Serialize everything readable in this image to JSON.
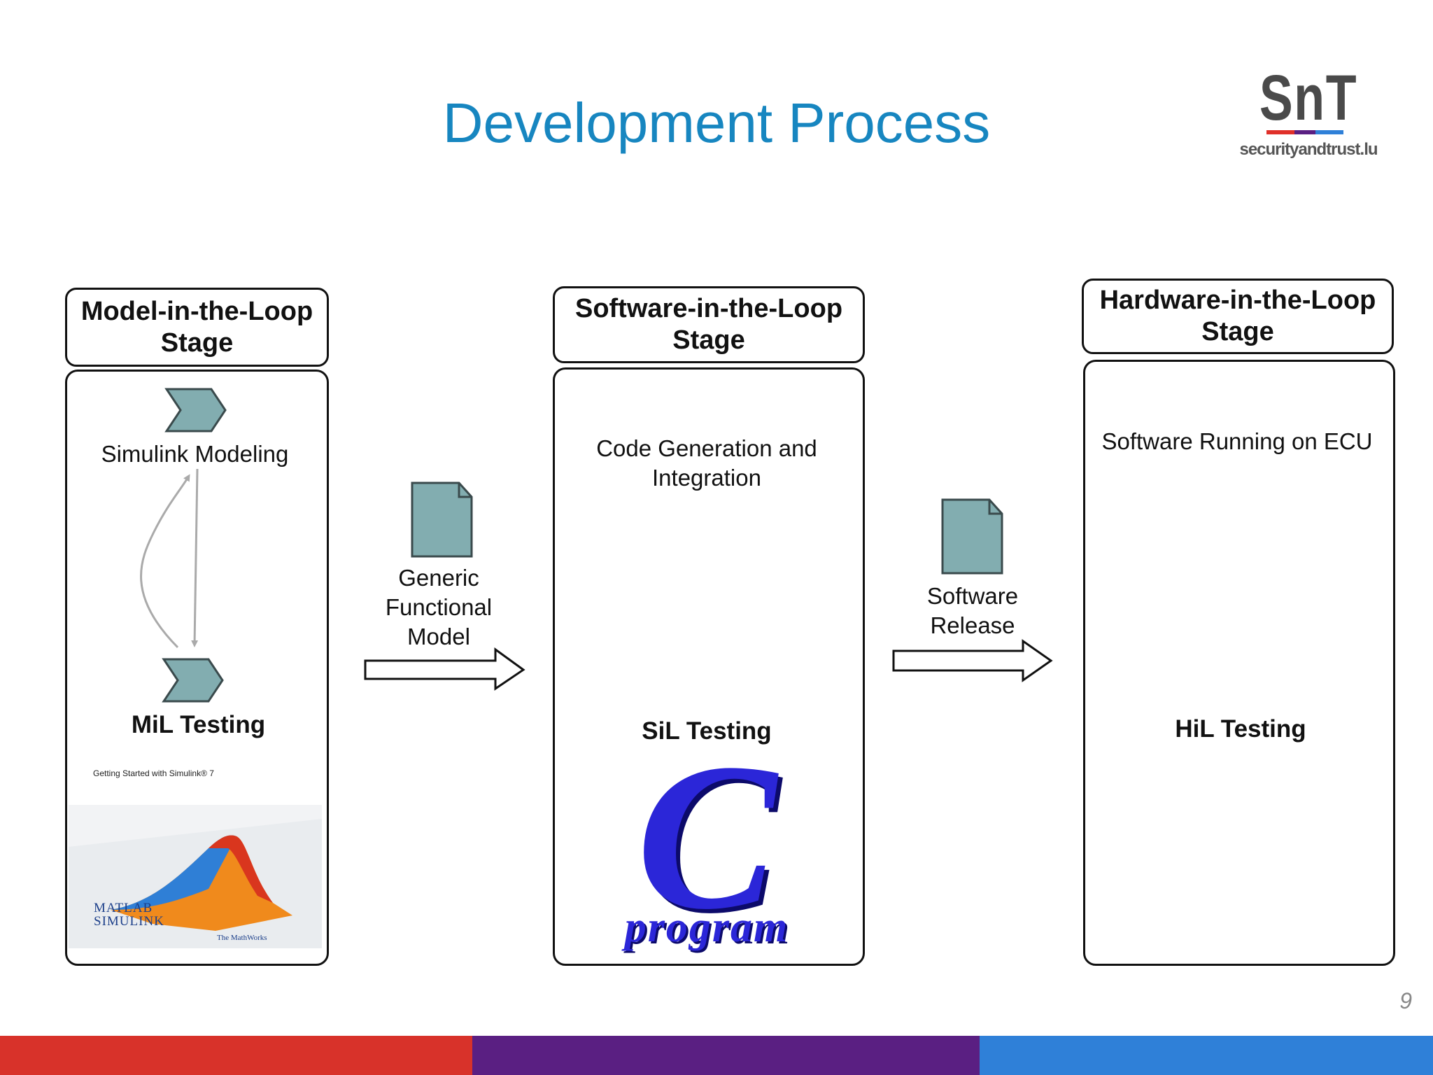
{
  "slide": {
    "title": "Development Process",
    "page_number": "9"
  },
  "logo": {
    "mark": "SnT",
    "url": "securityandtrust.lu",
    "colors": [
      "#e0302a",
      "#5a1f82",
      "#2f80d8"
    ]
  },
  "stages": [
    {
      "label": "Model-in-the-Loop Stage",
      "step": "Simulink Modeling",
      "testing": "MiL Testing",
      "image": {
        "header": "Getting Started with Simulink® 7",
        "product": "MATLAB SIMULINK",
        "vendor": "The MathWorks"
      }
    },
    {
      "label": "Software-in-the-Loop Stage",
      "step": "Code Generation and Integration",
      "testing": "SiL Testing",
      "image": {
        "letter": "C",
        "word": "program"
      }
    },
    {
      "label": "Hardware-in-the-Loop Stage",
      "step": "Software Running on ECU",
      "testing": "HiL Testing",
      "image": {}
    }
  ],
  "transitions": [
    {
      "label": "Generic Functional Model"
    },
    {
      "label": "Software Release"
    }
  ],
  "colors": {
    "title": "#1786c0",
    "chevron_fill": "#82adb0",
    "document_fill": "#82adb0",
    "footer": [
      "#d8322a",
      "#5a1f82",
      "#2f80d8"
    ]
  }
}
